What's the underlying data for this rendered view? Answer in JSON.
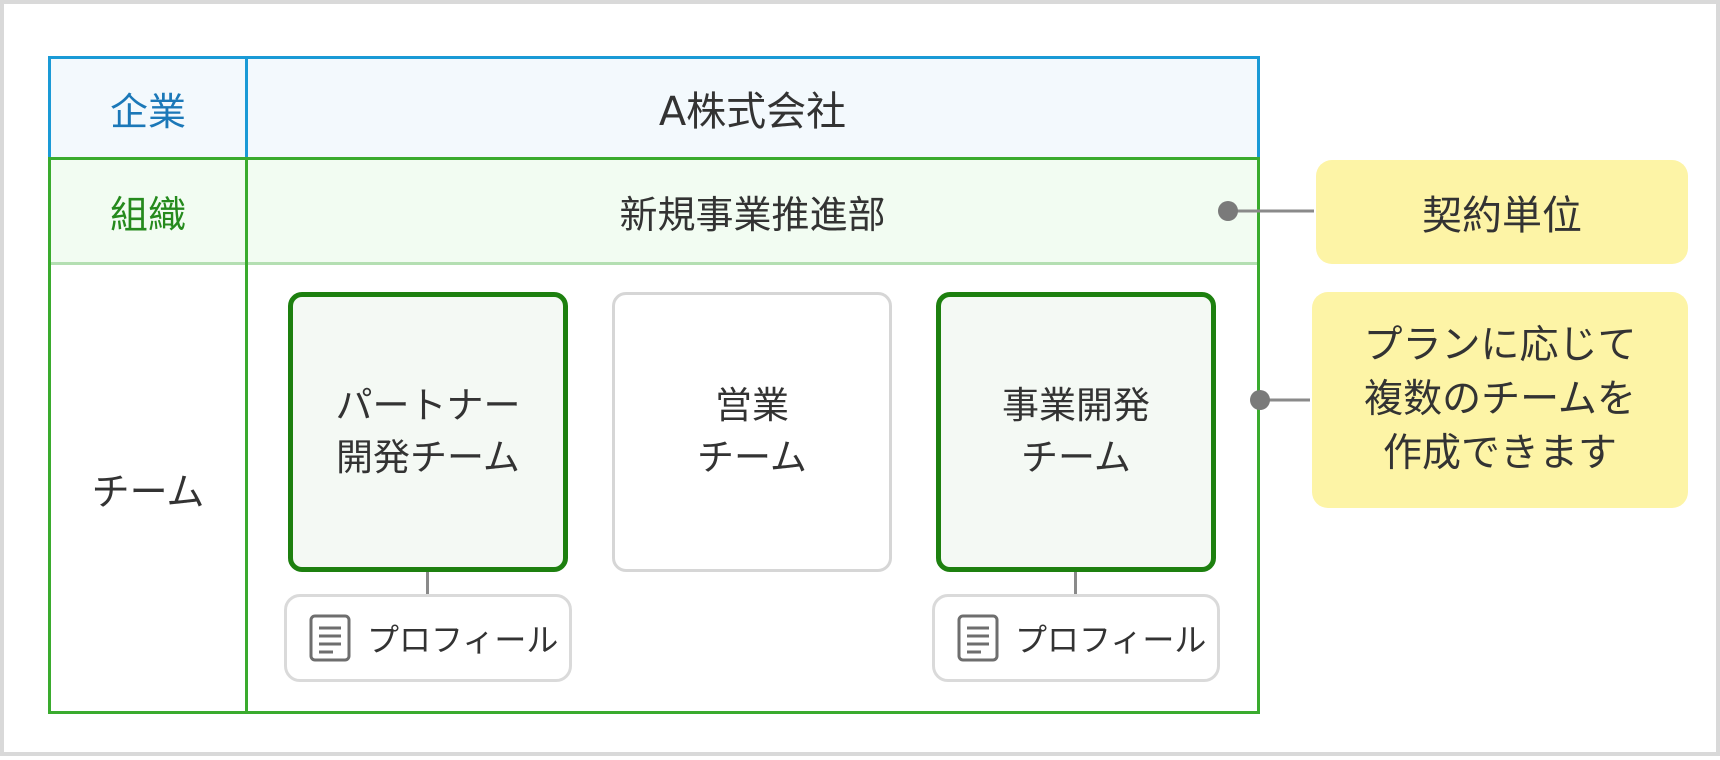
{
  "company": {
    "label": "企業",
    "name": "A株式会社"
  },
  "organization": {
    "label": "組織",
    "name": "新規事業推進部"
  },
  "team_row": {
    "label": "チーム"
  },
  "teams": [
    {
      "line1": "パートナー",
      "line2": "開発チーム",
      "highlighted": true,
      "has_profile": true
    },
    {
      "line1": "営業",
      "line2": "チーム",
      "highlighted": false,
      "has_profile": false
    },
    {
      "line1": "事業開発",
      "line2": "チーム",
      "highlighted": true,
      "has_profile": true
    }
  ],
  "profile": {
    "label": "プロフィール",
    "icon": "document-icon"
  },
  "callouts": {
    "contract_unit": "契約単位",
    "teams_note": {
      "line1": "プランに応じて",
      "line2": "複数のチームを",
      "line3": "作成できます"
    }
  },
  "colors": {
    "company_border": "#1a9ad6",
    "company_label": "#1b78b8",
    "org_border": "#3aab2e",
    "org_label": "#258a1d",
    "highlight_team_border": "#1d800f",
    "callout_background": "#fdf4a6"
  }
}
